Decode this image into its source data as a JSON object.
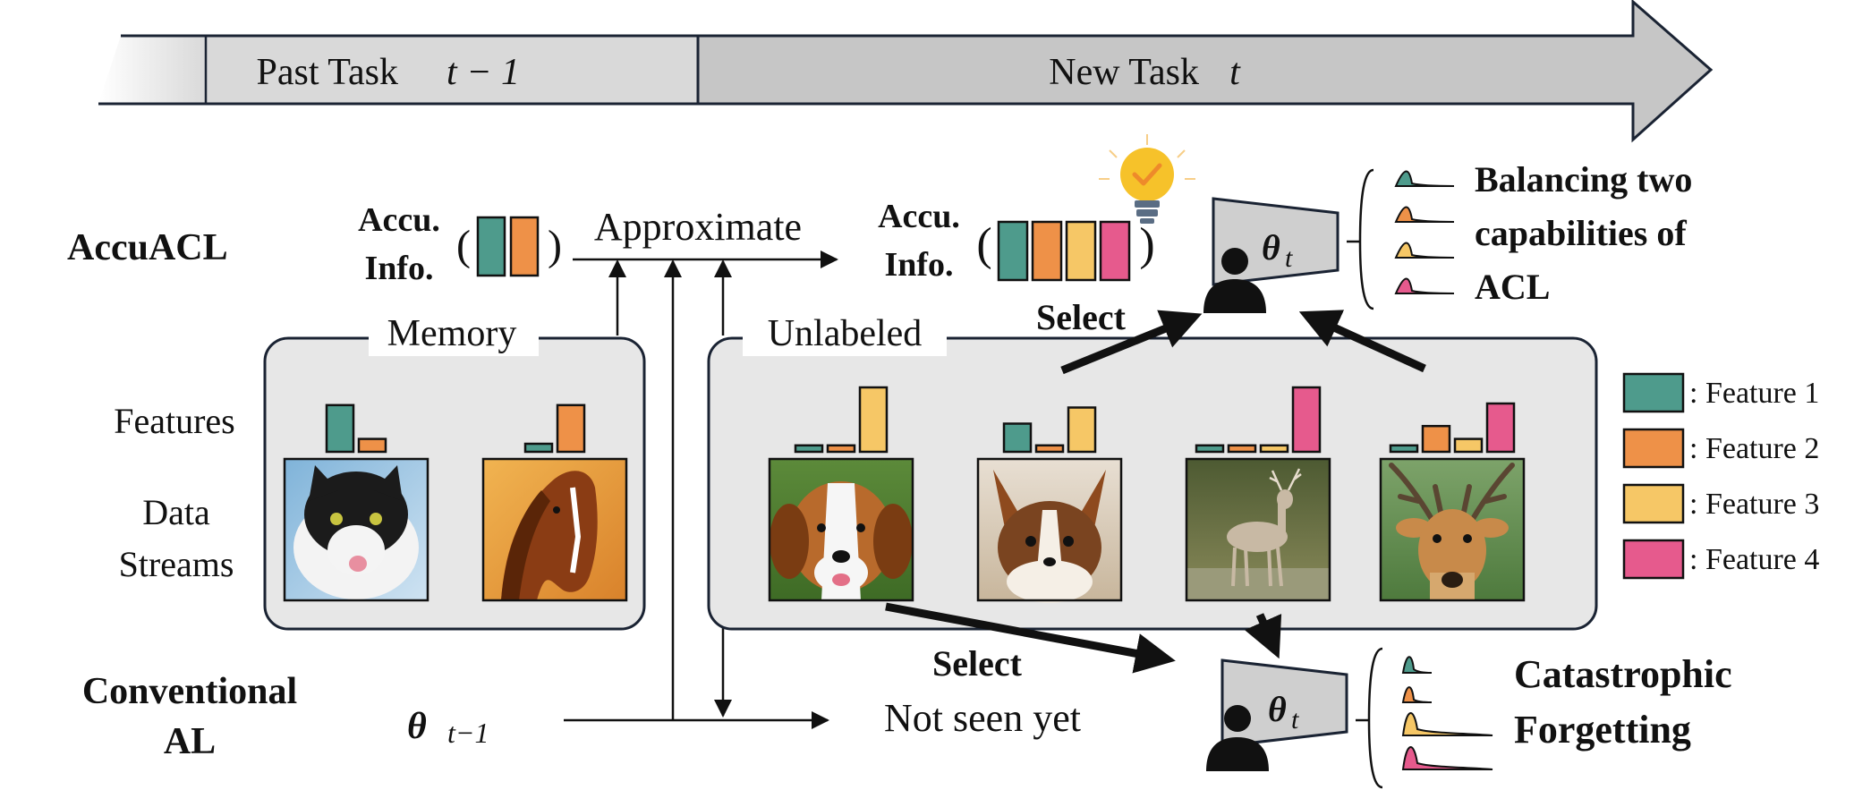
{
  "timeline": {
    "past_task_label": "Past Task",
    "past_task_var": "t − 1",
    "new_task_label": "New Task",
    "new_task_var": "t"
  },
  "rows": {
    "accuacl_label": "AccuACL",
    "conventional_line1": "Conventional",
    "conventional_line2": "AL"
  },
  "accu_info": {
    "left_line1": "Accu.",
    "left_line2": "Info.",
    "right_line1": "Accu.",
    "right_line2": "Info.",
    "approximate": "Approximate"
  },
  "memory": {
    "title": "Memory",
    "features_label": "Features",
    "streams_line1": "Data",
    "streams_line2": "Streams",
    "images": [
      {
        "name": "cat",
        "features": [
          0.58,
          0.16,
          0,
          0
        ]
      },
      {
        "name": "horse",
        "features": [
          0.1,
          0.58,
          0,
          0
        ]
      }
    ]
  },
  "unlabeled": {
    "title": "Unlabeled",
    "images": [
      {
        "name": "beagle",
        "features": [
          0.08,
          0.08,
          0.8,
          0
        ]
      },
      {
        "name": "chihuahua",
        "features": [
          0.35,
          0.08,
          0.55,
          0
        ]
      },
      {
        "name": "deer-standing",
        "features": [
          0.08,
          0.08,
          0.08,
          0.8
        ]
      },
      {
        "name": "deer-portrait",
        "features": [
          0.08,
          0.32,
          0.16,
          0.6
        ]
      }
    ]
  },
  "select": {
    "top": "Select",
    "bottom": "Select",
    "not_seen": "Not seen yet"
  },
  "models": {
    "theta_t": "θ",
    "theta_sub_t": "t",
    "theta_prev_sub": "t−1"
  },
  "outcomes": {
    "balance_line1": "Balancing two",
    "balance_line2": "capabilities of",
    "balance_line3": "ACL",
    "forget_line1": "Catastrophic",
    "forget_line2": "Forgetting"
  },
  "legend": [
    {
      "label": ": Feature 1",
      "color": "#4E9B8C"
    },
    {
      "label": ": Feature 2",
      "color": "#EE9148"
    },
    {
      "label": ": Feature 3",
      "color": "#F6C766"
    },
    {
      "label": ": Feature 4",
      "color": "#E65A8D"
    }
  ],
  "colors": {
    "timeline_past": "#d9d9d9",
    "timeline_new": "#c6c6c6",
    "panel_fill": "#e7e7e7",
    "model_fill": "#cfcfcf"
  }
}
